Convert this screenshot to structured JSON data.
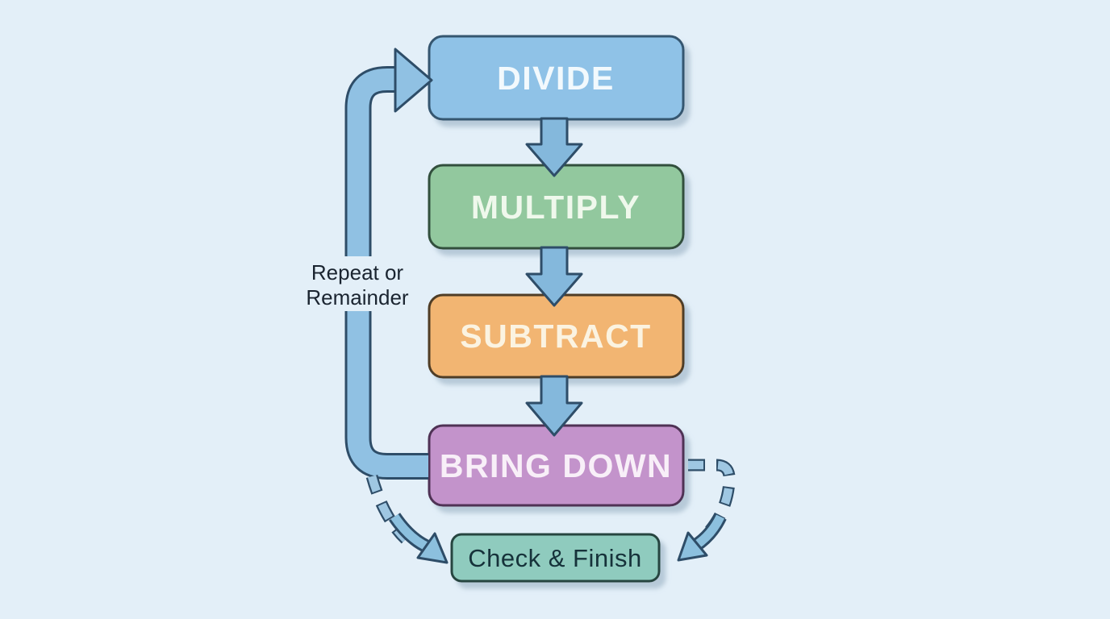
{
  "page": {
    "background_color": "#E3EFF8"
  },
  "diagram": {
    "type": "flowchart",
    "topic": "long division steps",
    "nodes": [
      {
        "id": "divide",
        "label": "DIVIDE",
        "fill": "#8FC2E7",
        "stroke": "#35566F",
        "text_color": "#F2F9FD"
      },
      {
        "id": "multiply",
        "label": "MULTIPLY",
        "fill": "#92C89E",
        "stroke": "#31503C",
        "text_color": "#EFF8EC"
      },
      {
        "id": "subtract",
        "label": "SUBTRACT",
        "fill": "#F2B572",
        "stroke": "#4F3D28",
        "text_color": "#FBF3E1"
      },
      {
        "id": "bring_down",
        "label": "BRING DOWN",
        "fill": "#C393CB",
        "stroke": "#4F3355",
        "text_color": "#F8EFF8"
      },
      {
        "id": "check_finish",
        "label": "Check & Finish",
        "fill": "#8FCBBE",
        "stroke": "#27453F",
        "text_color": "#16323A"
      }
    ],
    "edges": [
      {
        "from": "divide",
        "to": "multiply",
        "style": "solid-arrow"
      },
      {
        "from": "multiply",
        "to": "subtract",
        "style": "solid-arrow"
      },
      {
        "from": "subtract",
        "to": "bring_down",
        "style": "solid-arrow"
      },
      {
        "from": "bring_down",
        "to": "divide",
        "style": "solid-loop-arrow",
        "label": "Repeat or Remainder"
      },
      {
        "from": "bring_down",
        "to": "check_finish",
        "style": "dashed-arrow",
        "side": "left"
      },
      {
        "from": "bring_down",
        "to": "check_finish",
        "style": "dashed-arrow",
        "side": "right"
      }
    ],
    "loop_label": {
      "text": "Repeat or Remainder",
      "line1": "Repeat or",
      "line2": "Remainder",
      "color": "#1A2430"
    },
    "arrow_colors": {
      "solid_fill": "#84B8DC",
      "loop_fill": "#90C1E3",
      "dash_fill": "#9FC7E2",
      "swoosh_fill": "#8CC0DE",
      "outline": "#2E4D68"
    }
  }
}
